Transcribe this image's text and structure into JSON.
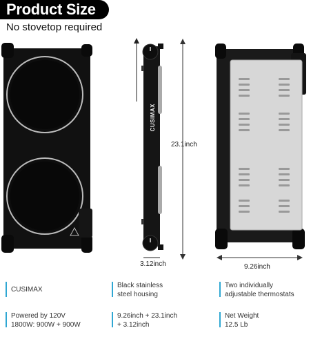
{
  "header": {
    "title": "Product Size",
    "subtitle": "No stovetop required"
  },
  "brand_logo": "CUSIMAX",
  "dimensions": {
    "height": "23.1inch",
    "depth": "3.12inch",
    "width": "9.26inch"
  },
  "specs": [
    {
      "lines": [
        "CUSIMAX"
      ]
    },
    {
      "lines": [
        "Black stainless",
        "steel housing"
      ]
    },
    {
      "lines": [
        "Two individually",
        "adjustable thermostats"
      ]
    },
    {
      "lines": [
        "Powered by 120V",
        "1800W: 900W + 900W"
      ]
    },
    {
      "lines": [
        "9.26inch + 23.1inch",
        "+ 3.12inch"
      ]
    },
    {
      "lines": [
        "Net Weight",
        "12.5 Lb"
      ]
    }
  ],
  "colors": {
    "accent": "#2fa7d3",
    "appliance": "#111111",
    "badge": "#000000"
  }
}
